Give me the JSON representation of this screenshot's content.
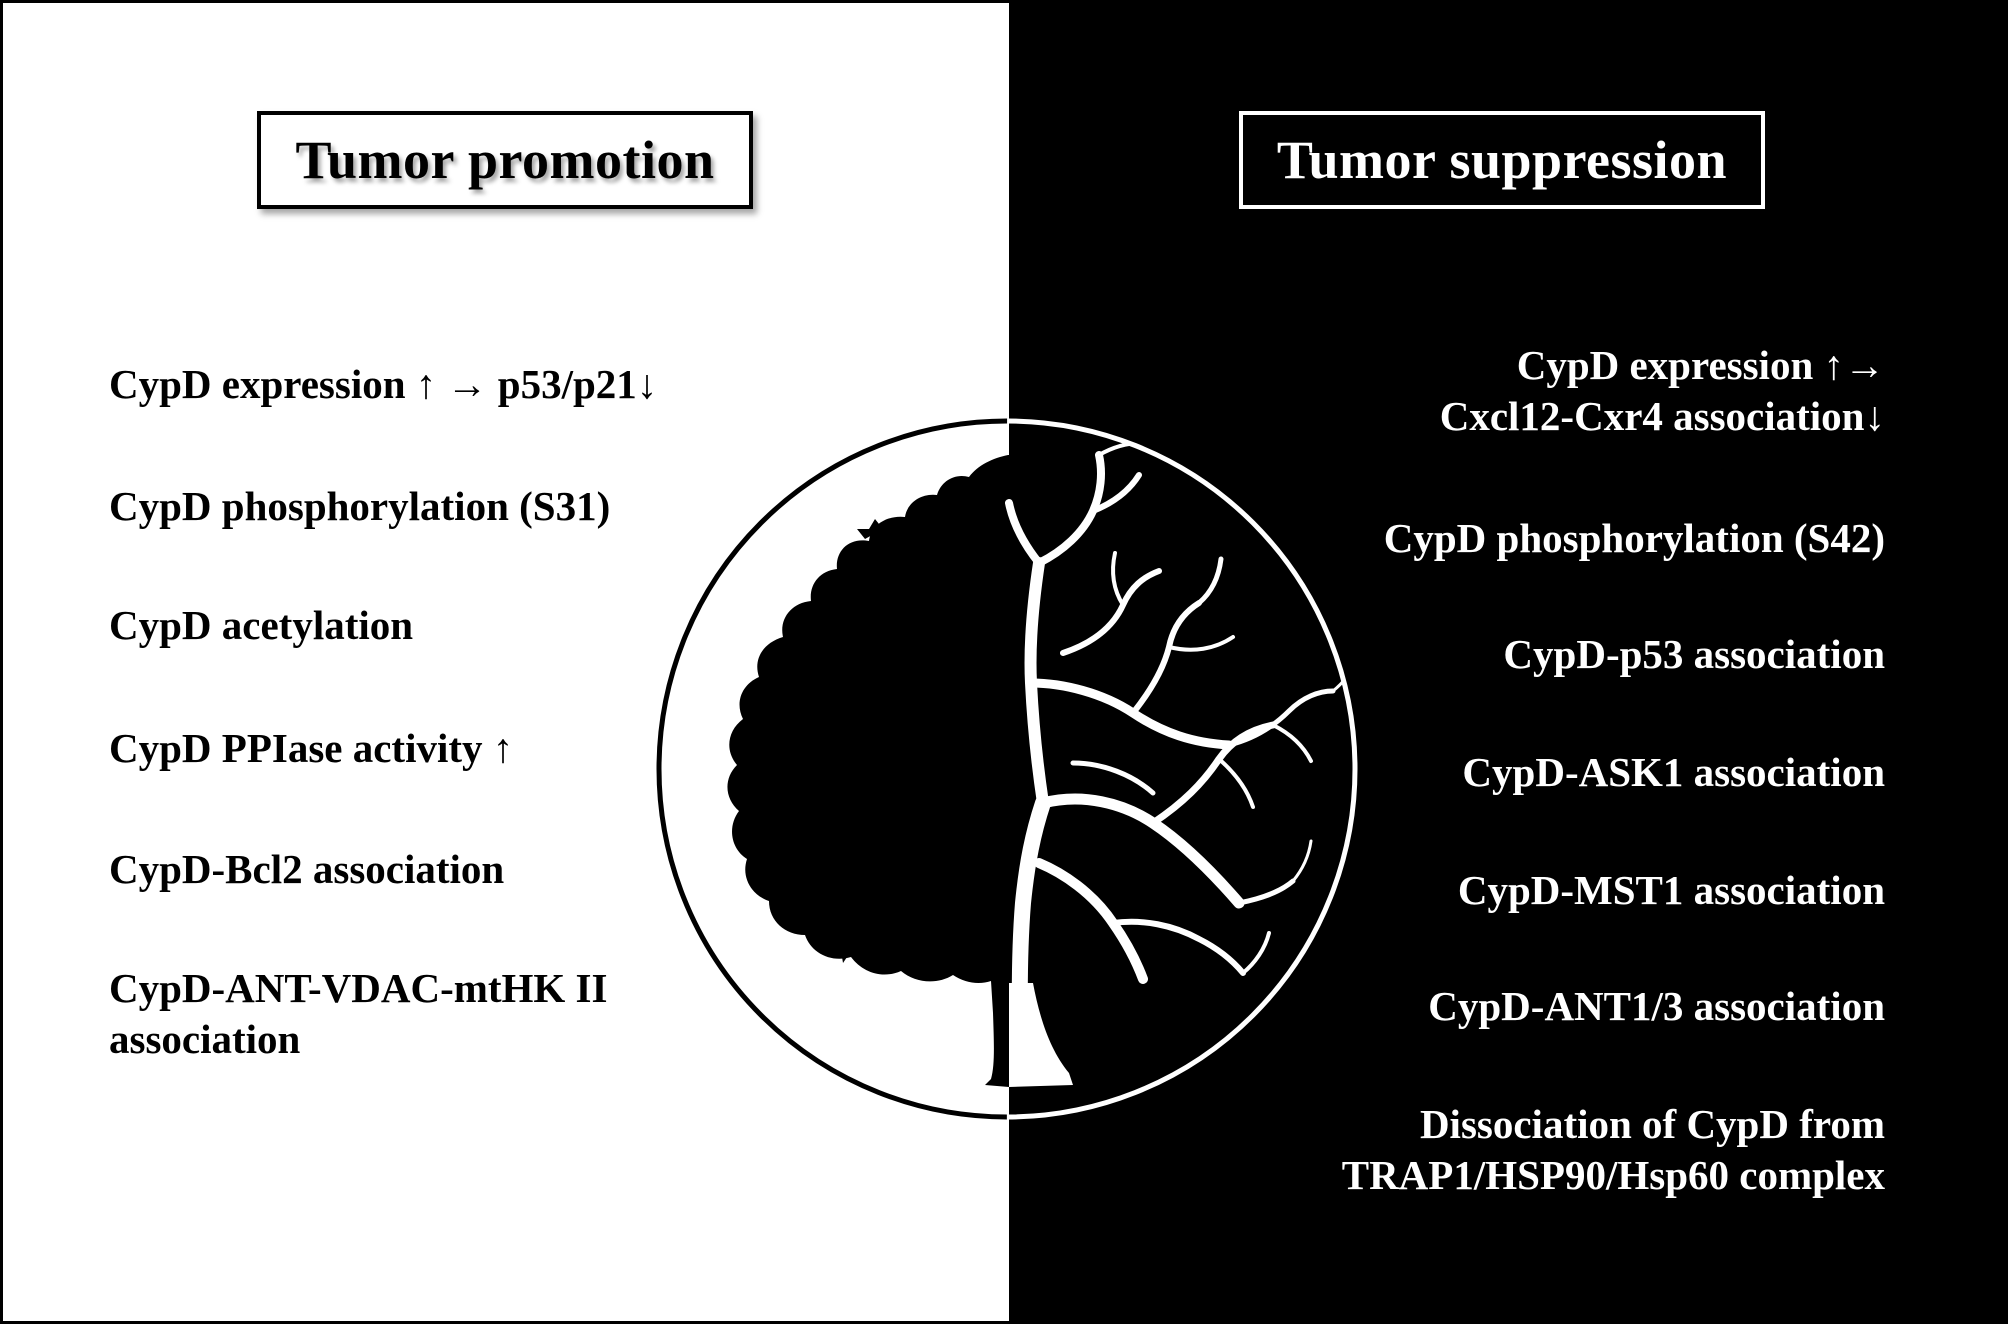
{
  "tumor_promotion": {
    "heading": "Tumor promotion",
    "items": [
      "CypD  expression ↑ → p53/p21↓",
      "CypD phosphorylation (S31)",
      "CypD acetylation",
      "CypD PPIase activity ↑",
      "CypD-Bcl2 association",
      "CypD-ANT-VDAC-mtHK II\nassociation"
    ]
  },
  "tumor_suppression": {
    "heading": "Tumor suppression",
    "items": [
      "CypD  expression ↑→\nCxcl12-Cxr4 association↓",
      "CypD phosphorylation (S42)",
      "CypD-p53 association",
      "CypD-ASK1 association",
      "CypD-MST1 association",
      "CypD-ANT1/3 association",
      "Dissociation of CypD from\nTRAP1/HSP90/Hsp60 complex"
    ]
  },
  "colors": {
    "promotion_background": "#ffffff",
    "suppression_background": "#000000",
    "tree_leaves": "#000000",
    "tree_branches": "#ffffff"
  },
  "center_emblem": {
    "left_half_icon": "leafy-tree-silhouette-icon",
    "right_half_icon": "bare-branch-tree-icon"
  }
}
